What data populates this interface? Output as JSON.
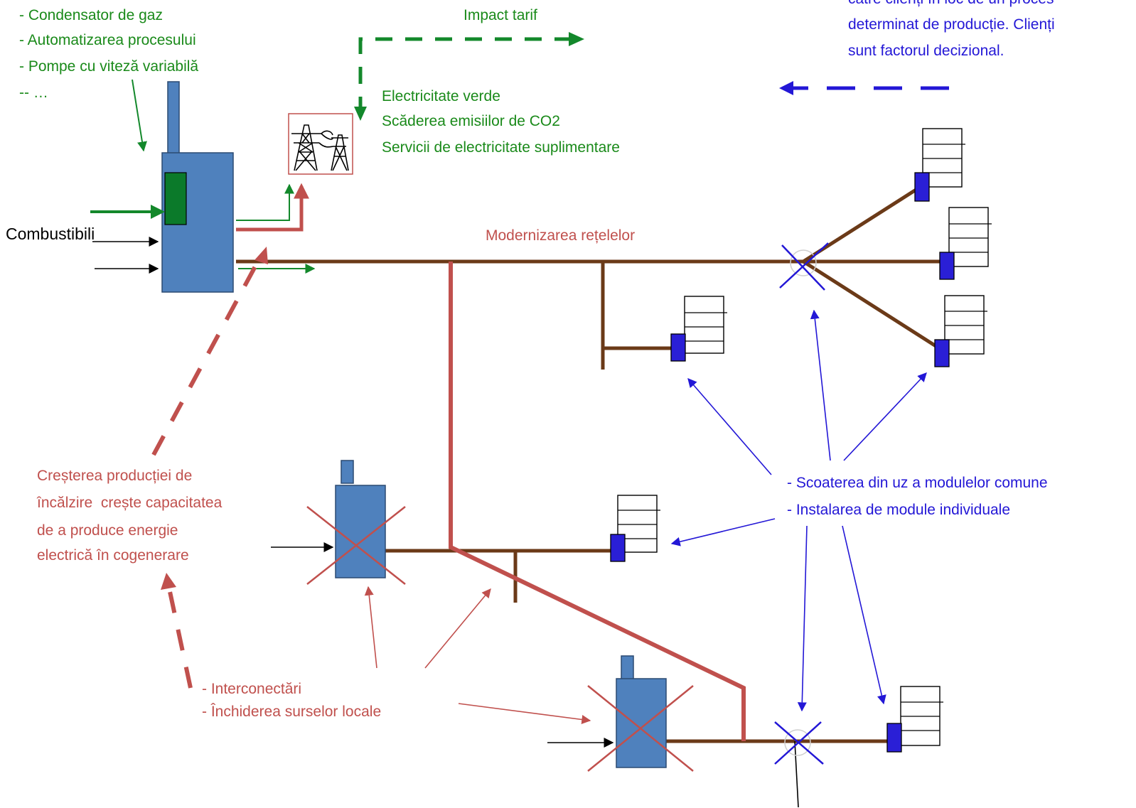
{
  "diagram": {
    "measures_list": [
      "- Condensator de gaz",
      "- Automatizarea procesului",
      "- Pompe cu viteză variabilă",
      "-- …"
    ],
    "tariff_label": "Impact tarif",
    "customer_note": [
      "către clienți în loc de un proces",
      "determinat de producție. Clienți",
      "sunt factorul decizional."
    ],
    "benefits": [
      "Electricitate verde",
      "Scăderea emisiilor de CO2",
      "Servicii de electricitate suplimentare"
    ],
    "fuel_label": "Combustibili",
    "network_label": "Modernizarea rețelelor",
    "cogeneration_note": [
      "Creșterea producției de",
      "încălzire  crește capacitatea",
      "de a produce energie",
      "electrică în cogenerare"
    ],
    "module_actions": [
      "- Scoaterea din uz a modulelor comune",
      "- Instalarea de module individuale"
    ],
    "network_actions": [
      "- Interconectări",
      "- Închiderea surselor locale"
    ]
  },
  "colors": {
    "green": "#13882b",
    "text_green": "#1a8a1a",
    "red": "#c0504d",
    "blue": "#2317d6",
    "brown": "#6b3a18",
    "plant": "#4f81bd",
    "meter": "#2a1fd6"
  }
}
